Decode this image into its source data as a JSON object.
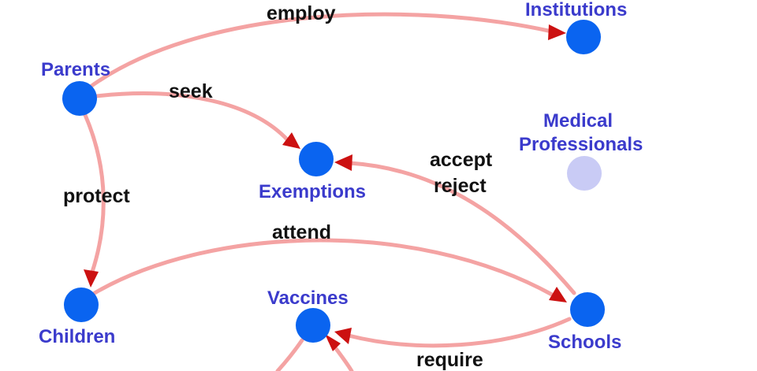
{
  "colors": {
    "node_active": "#0a64f0",
    "node_inactive": "#c9cbf5",
    "node_label": "#3b3bcc",
    "edge_stroke": "#f4a3a3",
    "arrowhead": "#cc1111",
    "edge_label": "#111111"
  },
  "nodes": {
    "parents": {
      "label": "Parents",
      "active": true
    },
    "institutions": {
      "label": "Institutions",
      "active": true
    },
    "exemptions": {
      "label": "Exemptions",
      "active": true
    },
    "medical": {
      "label_line1": "Medical",
      "label_line2": "Professionals",
      "active": false
    },
    "children": {
      "label": "Children",
      "active": true
    },
    "schools": {
      "label": "Schools",
      "active": true
    },
    "vaccines": {
      "label": "Vaccines",
      "active": true
    }
  },
  "edges": {
    "employ": {
      "label": "employ",
      "from": "Parents",
      "to": "Institutions"
    },
    "seek": {
      "label": "seek",
      "from": "Parents",
      "to": "Exemptions"
    },
    "protect": {
      "label": "protect",
      "from": "Parents",
      "to": "Children"
    },
    "accept_reject": {
      "label_line1": "accept",
      "label_line2": "reject",
      "from": "Schools",
      "to": "Exemptions"
    },
    "attend": {
      "label": "attend",
      "from": "Children",
      "to": "Schools"
    },
    "require": {
      "label": "require",
      "from": "Schools",
      "to": "Vaccines"
    }
  }
}
